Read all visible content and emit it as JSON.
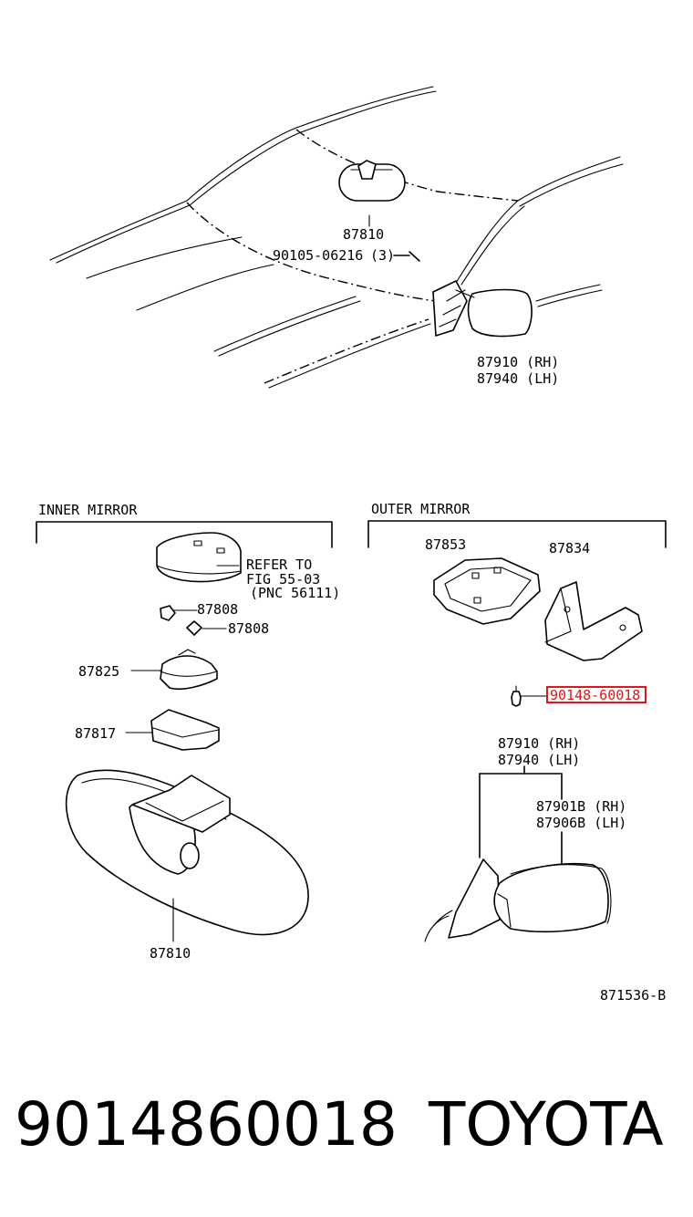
{
  "overview": {
    "labels": {
      "inner_mirror": "87810",
      "screw": "90105-06216",
      "screw_qty": "(3)",
      "outer_rh": "87910 (RH)",
      "outer_lh": "87940 (LH)"
    }
  },
  "inner_section": {
    "title": "INNER MIRROR",
    "refer_1": "REFER TO",
    "refer_2": "FIG 55-03",
    "refer_3": "(PNC 56111)",
    "clip_a": "87808",
    "clip_b": "87808",
    "cover": "87825",
    "stay": "87817",
    "mirror": "87810"
  },
  "outer_section": {
    "title": "OUTER MIRROR",
    "cover": "87853",
    "bracket": "87834",
    "screw_highlighted": "90148-60018",
    "assy_rh": "87910 (RH)",
    "assy_lh": "87940 (LH)",
    "sub_rh": "87901B (RH)",
    "sub_lh": "87906B (LH)"
  },
  "figure_code": "871536-B",
  "footer": {
    "part_number": "9014860018",
    "brand": "TOYOTA"
  },
  "colors": {
    "highlight": "#e0161b",
    "ink": "#000000",
    "background": "#ffffff"
  }
}
